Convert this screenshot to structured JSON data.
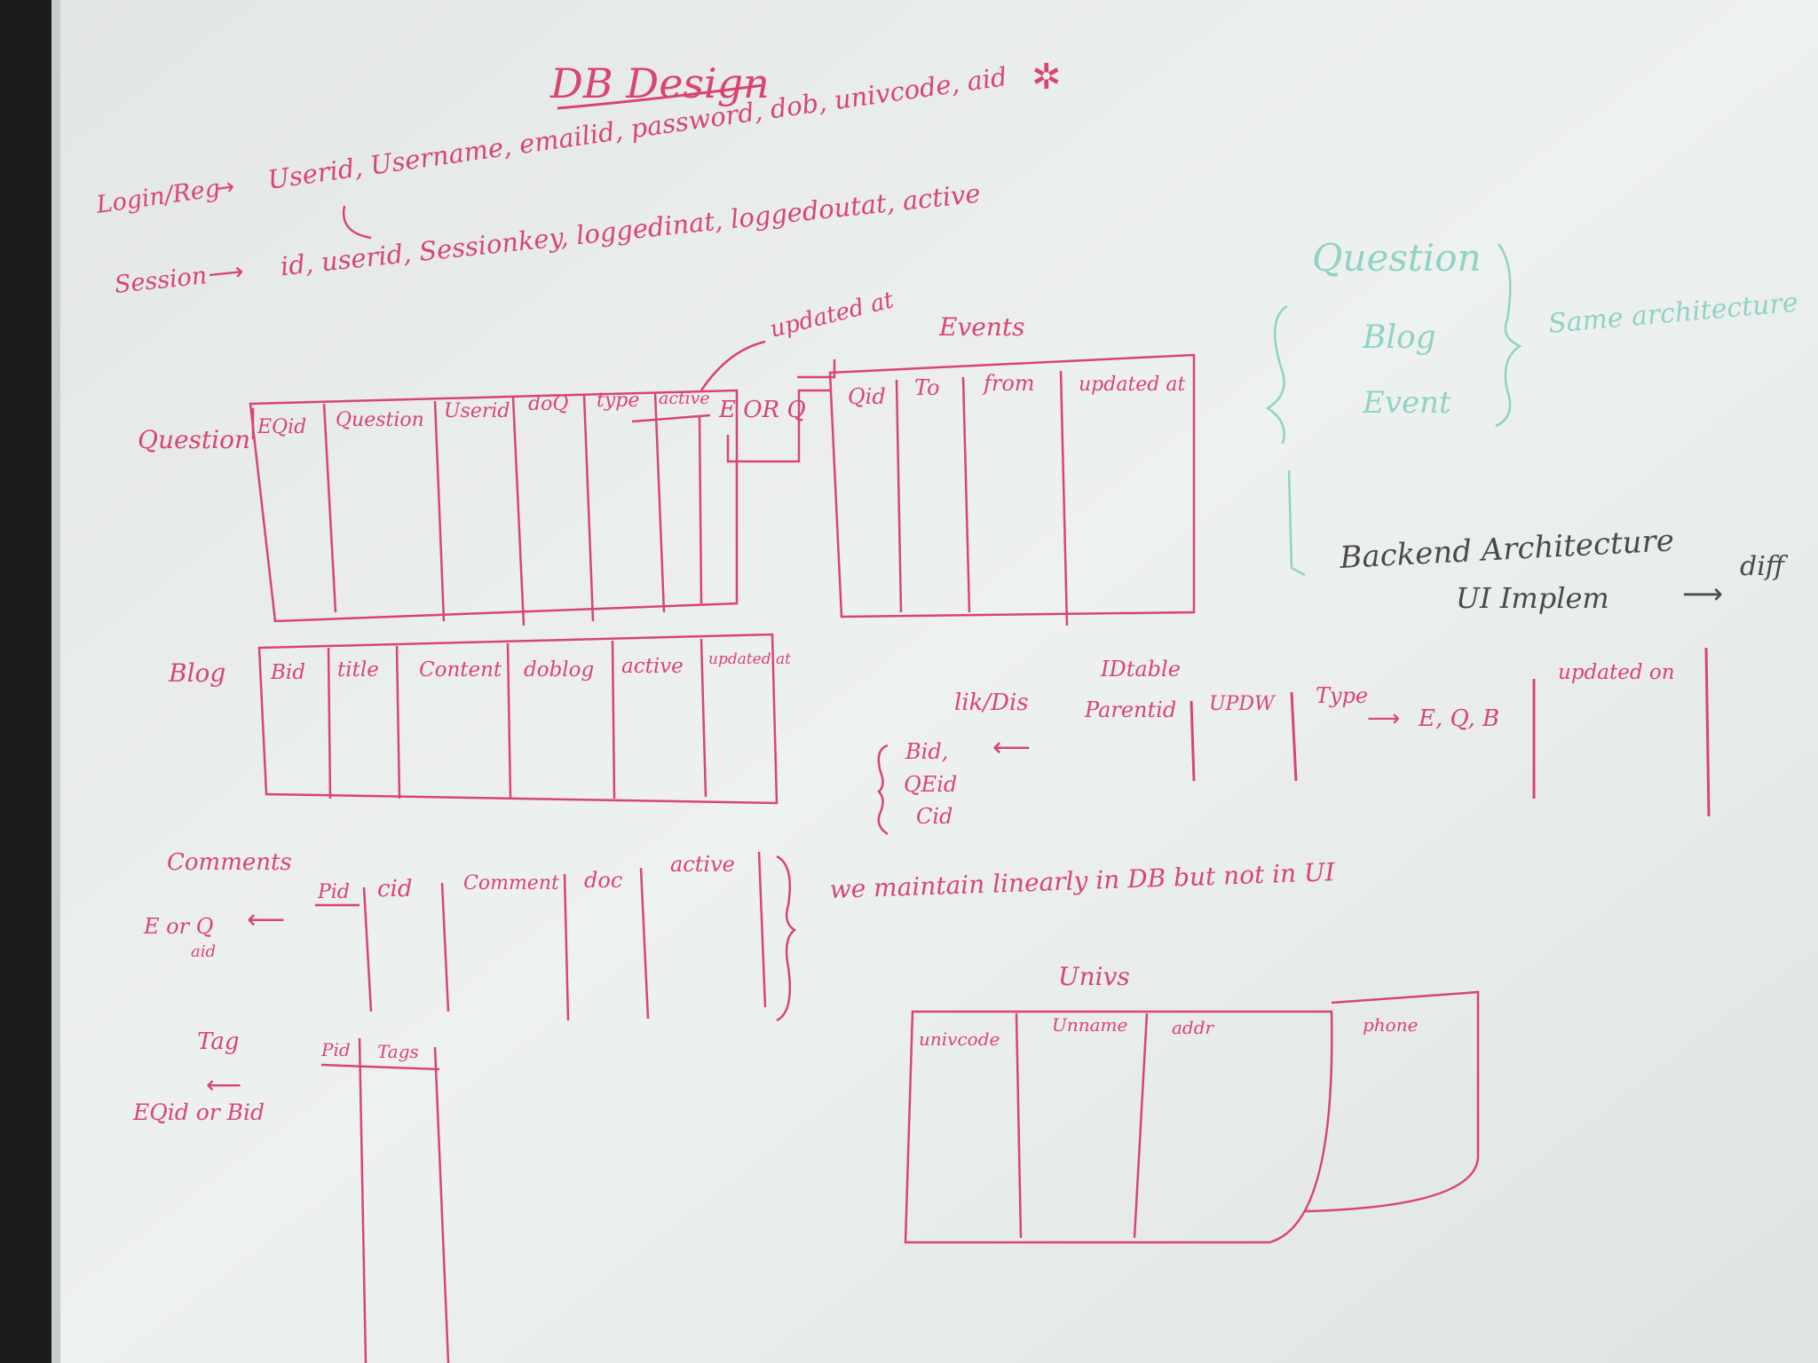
{
  "colors": {
    "marker_red": "#d9456e",
    "marker_teal": "#8fd3c0",
    "marker_dark": "#4a4a4a",
    "board": "#e9ecec",
    "frame": "#1c1c1c"
  },
  "title": "DB Design",
  "header_lines": {
    "login_label": "Login/Reg",
    "login_fields": "Userid, Username, emailid, password, dob, univcode, aid",
    "session_label": "Session",
    "session_fields": "id, userid, Sessionkey, loggedinat, loggedoutat, active"
  },
  "events": {
    "title": "Events",
    "updated_note": "updated at",
    "eorq": "E OR Q",
    "columns": [
      "Qid",
      "To",
      "from",
      "updated at"
    ]
  },
  "question": {
    "label": "Question",
    "columns": [
      "EQid",
      "Question",
      "Userid",
      "doQ",
      "type",
      "active"
    ]
  },
  "blog": {
    "label": "Blog",
    "columns": [
      "Bid",
      "title",
      "Content",
      "doblog",
      "active",
      "updated at"
    ]
  },
  "like_table": {
    "title": "lik/Dis",
    "subtitle": "IDtable",
    "columns": [
      "Parentid",
      "UPDW",
      "Type",
      "updated on"
    ],
    "type_values": "E, Q, B",
    "parent_refs": [
      "Bid,",
      "QEid",
      "Cid"
    ]
  },
  "comments": {
    "label": "Comments",
    "columns": [
      "Pid",
      "cid",
      "Comment",
      "doc",
      "active"
    ],
    "pid_ref": "E or Q",
    "pid_ref_sub": "aid",
    "note": "we maintain linearly in DB but not in UI"
  },
  "tags": {
    "label": "Tag",
    "columns": [
      "Pid",
      "Tags"
    ],
    "ref": "EQid or Bid"
  },
  "universities": {
    "title": "Univs",
    "columns": [
      "univcode",
      "Unname",
      "addr",
      "phone"
    ]
  },
  "side_notes": {
    "group": [
      "Question",
      "Blog",
      "Event"
    ],
    "same_arch": "Same architecture",
    "backend": "Backend Architecture",
    "ui_impl": "UI Implem",
    "diff": "diff"
  }
}
